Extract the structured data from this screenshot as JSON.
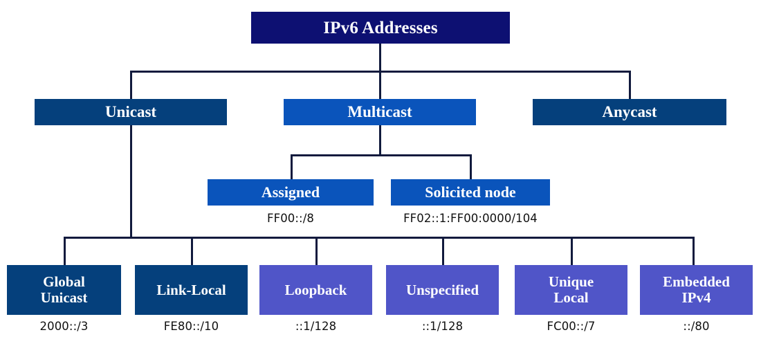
{
  "diagram": {
    "title": "IPv6 Addresses",
    "type": "hierarchy-tree",
    "colors": {
      "root": "#0d1072",
      "dark_blue": "#05407c",
      "bright_blue": "#0a54bb",
      "purple": "#5055c8",
      "line": "#111a3d",
      "text_on_box": "#ffffff",
      "caption": "#111111",
      "background": "#ffffff"
    },
    "levels": {
      "root": {
        "label": "IPv6 Addresses"
      },
      "level1": [
        {
          "label": "Unicast",
          "color": "#05407c"
        },
        {
          "label": "Multicast",
          "color": "#0a54bb"
        },
        {
          "label": "Anycast",
          "color": "#05407c"
        }
      ],
      "level2": [
        {
          "label": "Assigned",
          "color": "#0a54bb",
          "prefix": "FF00::/8"
        },
        {
          "label": "Solicited node",
          "color": "#0a54bb",
          "prefix": "FF02::1:FF00:0000/104"
        }
      ],
      "level3": [
        {
          "label_line1": "Global",
          "label_line2": "Unicast",
          "color": "#05407c",
          "prefix": "2000::/3"
        },
        {
          "label_line1": "Link-Local",
          "label_line2": "",
          "color": "#05407c",
          "prefix": "FE80::/10"
        },
        {
          "label_line1": "Loopback",
          "label_line2": "",
          "color": "#5055c8",
          "prefix": "::1/128"
        },
        {
          "label_line1": "Unspecified",
          "label_line2": "",
          "color": "#5055c8",
          "prefix": "::1/128"
        },
        {
          "label_line1": "Unique",
          "label_line2": "Local",
          "color": "#5055c8",
          "prefix": "FC00::/7"
        },
        {
          "label_line1": "Embedded",
          "label_line2": "IPv4",
          "color": "#5055c8",
          "prefix": "::/80"
        }
      ]
    }
  }
}
